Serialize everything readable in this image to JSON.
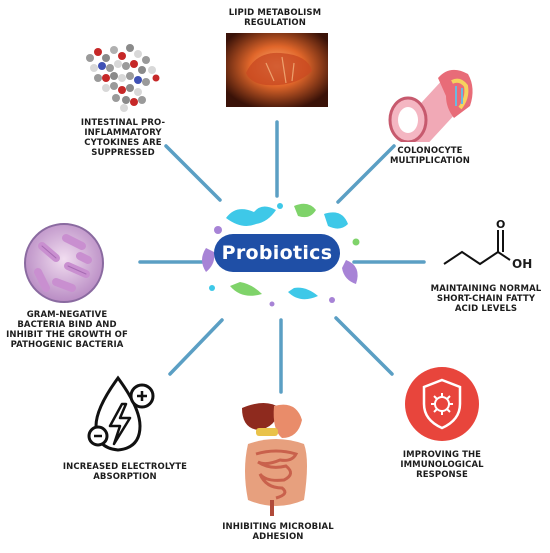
{
  "center": {
    "title": "Probiotics"
  },
  "benefits": [
    {
      "id": "lipid",
      "label": "LIPID METABOLISM\nREGULATION",
      "icon": "liver-body-image"
    },
    {
      "id": "colonocyte",
      "label": "COLONOCYTE\nMULTIPLICATION",
      "icon": "colon-cross-section-image"
    },
    {
      "id": "scfa",
      "label": "MAINTAINING NORMAL\nSHORT-CHAIN FATTY\nACID LEVELS",
      "icon": "butyric-acid-structure",
      "formula_text": "OH"
    },
    {
      "id": "immuno",
      "label": "IMPROVING THE\nIMMUNOLOGICAL\nRESPONSE",
      "icon": "shield-virus-icon"
    },
    {
      "id": "adhesion",
      "label": "INHIBITING MICROBIAL\nADHESION",
      "icon": "digestive-system-image"
    },
    {
      "id": "electrolyte",
      "label": "INCREASED ELECTROLYTE\nABSORPTION",
      "icon": "electrolyte-drop-icon"
    },
    {
      "id": "gramneg",
      "label": "GRAM-NEGATIVE\nBACTERIA BIND AND\nINHIBIT THE GROWTH OF\nPATHOGENIC BACTERIA",
      "icon": "bacteria-petri-dish-image"
    },
    {
      "id": "cytokines",
      "label": "INTESTINAL PRO-\nINFLAMMATORY\nCYTOKINES ARE\nSUPPRESSED",
      "icon": "protein-molecule-image"
    }
  ],
  "colors": {
    "connector": "#5b9fc4",
    "hub_fill": "#1f4fa6",
    "splash_cyan": "#3ec8e8",
    "splash_purple": "#a783d6",
    "splash_green": "#7fd36a",
    "immuno_red": "#e8453c"
  }
}
